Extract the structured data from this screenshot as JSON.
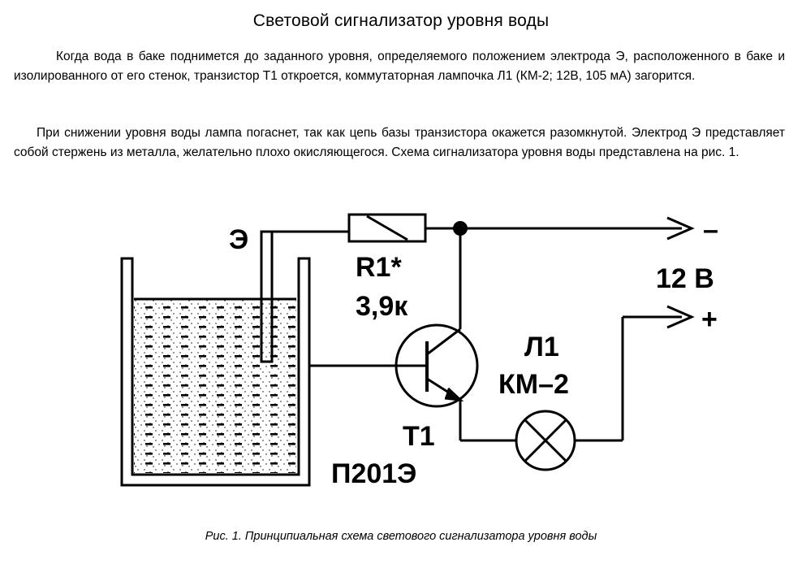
{
  "title": "Световой сигнализатор уровня воды",
  "paragraphs": [
    "Когда вода в баке поднимется до заданного уровня, определяемого положением электрода Э, расположенного в баке и изолированного от его стенок, транзистор Т1 откроется, коммутаторная лампочка Л1 (КМ-2; 12В, 105 мА) загорится.",
    "При снижении уровня воды лампа погаснет, так как цепь базы транзистора окажется разомкнутой. Электрод Э представляет собой стержень из металла, желательно плохо окисляющегося. Схема сигнализатора уровня воды представлена на рис. 1."
  ],
  "diagram": {
    "electrode_label": "Э",
    "resistor_name": "R1*",
    "resistor_value": "3,9к",
    "transistor_name": "Т1",
    "transistor_type": "П201Э",
    "lamp_name": "Л1",
    "lamp_type": "КМ–2",
    "voltage": "12 В",
    "minus": "–",
    "plus": "+"
  },
  "caption": "Рис. 1. Принципиальная схема светового сигнализатора уровня воды"
}
